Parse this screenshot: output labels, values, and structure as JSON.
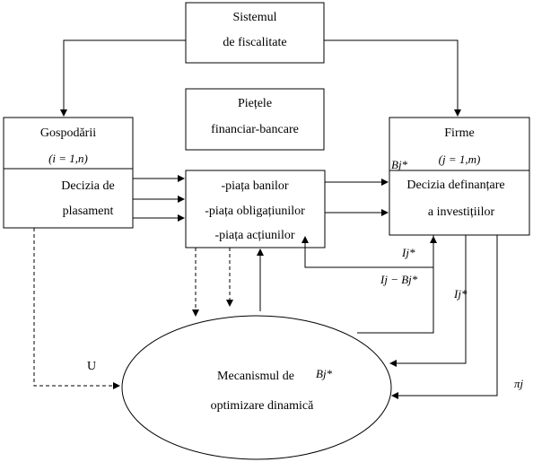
{
  "boxes": {
    "sistemul": {
      "line1": "Sistemul",
      "line2": "de fiscalitate"
    },
    "pietele": {
      "line1": "Piețele",
      "line2": "financiar-bancare"
    },
    "gospodarii": {
      "title": "Gospodării",
      "subtitle": "(i = 1,n)",
      "line1": "Decizia de",
      "line2": "plasament"
    },
    "firme": {
      "title": "Firme",
      "subtitle": "(j = 1,m)",
      "line1": "Decizia definanțare",
      "line2": "a investițiilor"
    },
    "piata": {
      "line1": "-piața banilor",
      "line2": "-piața obligațiunilor",
      "line3": "-piața acțiunilor"
    },
    "mecanism": {
      "line1": "Mecanismul de",
      "line2": "optimizare dinamică"
    }
  },
  "labels": {
    "bj_firme": "Bj*",
    "ij_top": "Ij*",
    "ij_minus_bj": "Ij − Bj*",
    "ij_mid": "Ij*",
    "u": "U",
    "bj_mec": "Bj*",
    "pi": "πj"
  }
}
